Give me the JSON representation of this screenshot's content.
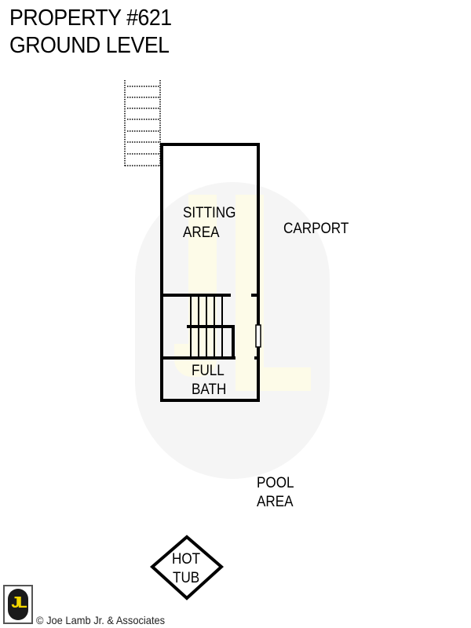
{
  "header": {
    "title_line1": "PROPERTY #621",
    "title_line2": "GROUND LEVEL"
  },
  "rooms": {
    "sitting_line1": "SITTING",
    "sitting_line2": "AREA",
    "bath_line1": "FULL",
    "bath_line2": "BATH"
  },
  "exterior": {
    "carport": "CARPORT",
    "pool_line1": "POOL",
    "pool_line2": "AREA",
    "hottub_line1": "HOT",
    "hottub_line2": "TUB"
  },
  "footer": {
    "logo_text": "JL",
    "copyright": "© Joe Lamb Jr. & Associates"
  },
  "colors": {
    "wall": "#000000",
    "watermark_gray": "#f4f4f4",
    "watermark_yellow": "#fdfbe8",
    "logo_yellow": "#f2d600"
  }
}
